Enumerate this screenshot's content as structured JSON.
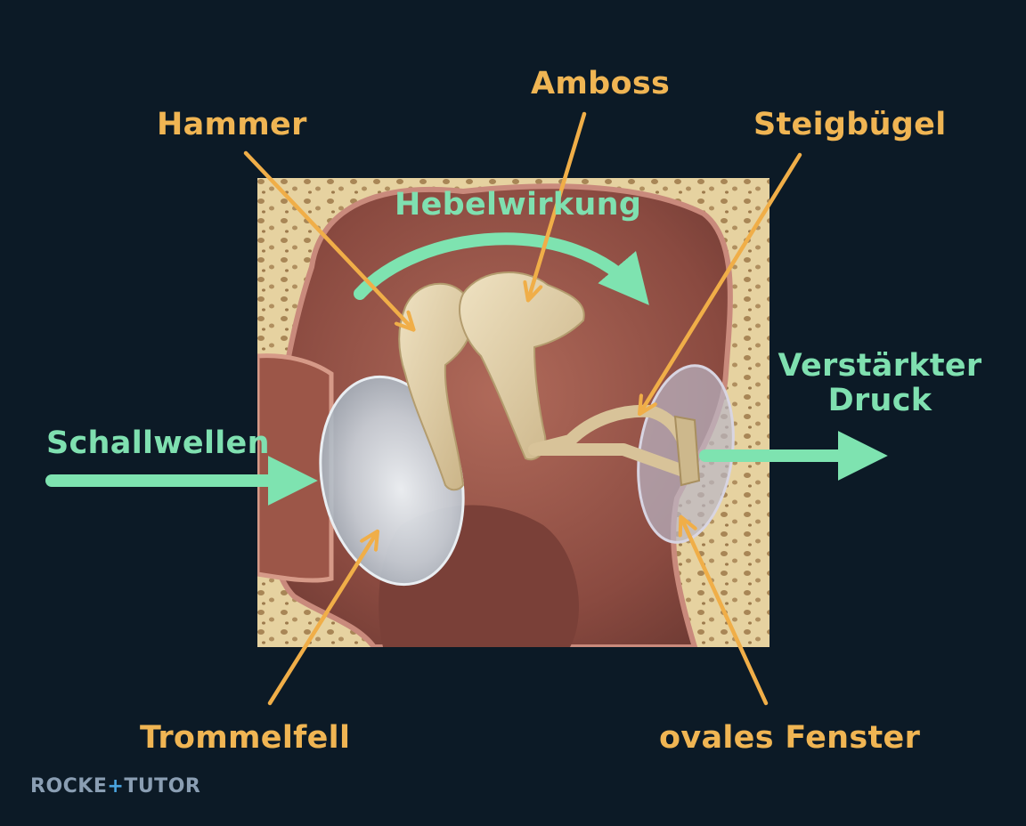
{
  "labels": {
    "hammer": "Hammer",
    "amboss": "Amboss",
    "steigbuegel": "Steigbügel",
    "hebelwirkung": "Hebelwirkung",
    "schallwellen": "Schallwellen",
    "verstaerkter_druck_line1": "Verstärkter",
    "verstaerkter_druck_line2": "Druck",
    "trommelfell": "Trommelfell",
    "ovales_fenster": "ovales Fenster"
  },
  "logo": {
    "part1": "ROCKE",
    "plus": "+",
    "part2": "TUTOR"
  },
  "colors": {
    "background": "#0c1a26",
    "label_orange": "#f0b553",
    "label_green": "#7fe0b0",
    "arrow_orange": "#f0ae48",
    "arrow_green": "#7ee3b0"
  }
}
